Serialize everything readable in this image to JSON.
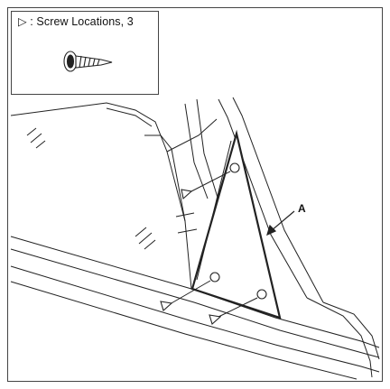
{
  "legend": {
    "caption": "▷ : Screw Locations, 3",
    "icon": "screw-icon"
  },
  "callout": {
    "label": "A"
  },
  "screw_marker": {
    "icon": "triangle-marker-icon",
    "count": 3
  },
  "colors": {
    "line": "#222222",
    "background": "#ffffff"
  }
}
